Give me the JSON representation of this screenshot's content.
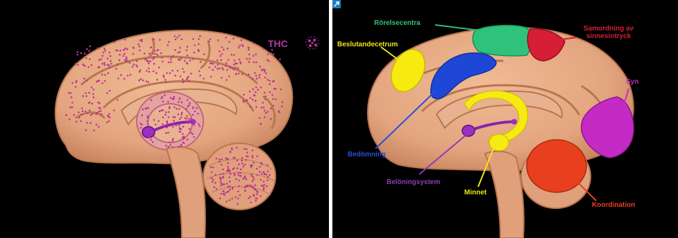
{
  "left": {
    "legend_label": "THC",
    "legend_color": "#b03aa8",
    "dot_color": "#c0358f"
  },
  "right": {
    "labels": {
      "rorelsecentra": {
        "text": "Rörelsecentra",
        "color": "#2fc27a"
      },
      "samordning_line1": {
        "text": "Samordning av",
        "color": "#d61e37"
      },
      "samordning_line2": {
        "text": "sinnesintryck",
        "color": "#d61e37"
      },
      "beslutandecetrum": {
        "text": "Beslutandecetrum",
        "color": "#f2e51b"
      },
      "syn": {
        "text": "Syn",
        "color": "#c42ac4"
      },
      "bedomning": {
        "text": "Bedömning",
        "color": "#2a4fd6"
      },
      "beloningssystem": {
        "text": "Belöningsystem",
        "color": "#8a3fb2"
      },
      "minnet": {
        "text": "Minnet",
        "color": "#f2e51b"
      },
      "koordination": {
        "text": "Koordination",
        "color": "#e8401e"
      }
    }
  },
  "colors": {
    "brain": "#e3a57f",
    "brain_fold": "#c98560",
    "background": "#000000"
  },
  "icons": {
    "thc_molecule": "thc-molecule-icon",
    "corner": "expand-icon"
  }
}
